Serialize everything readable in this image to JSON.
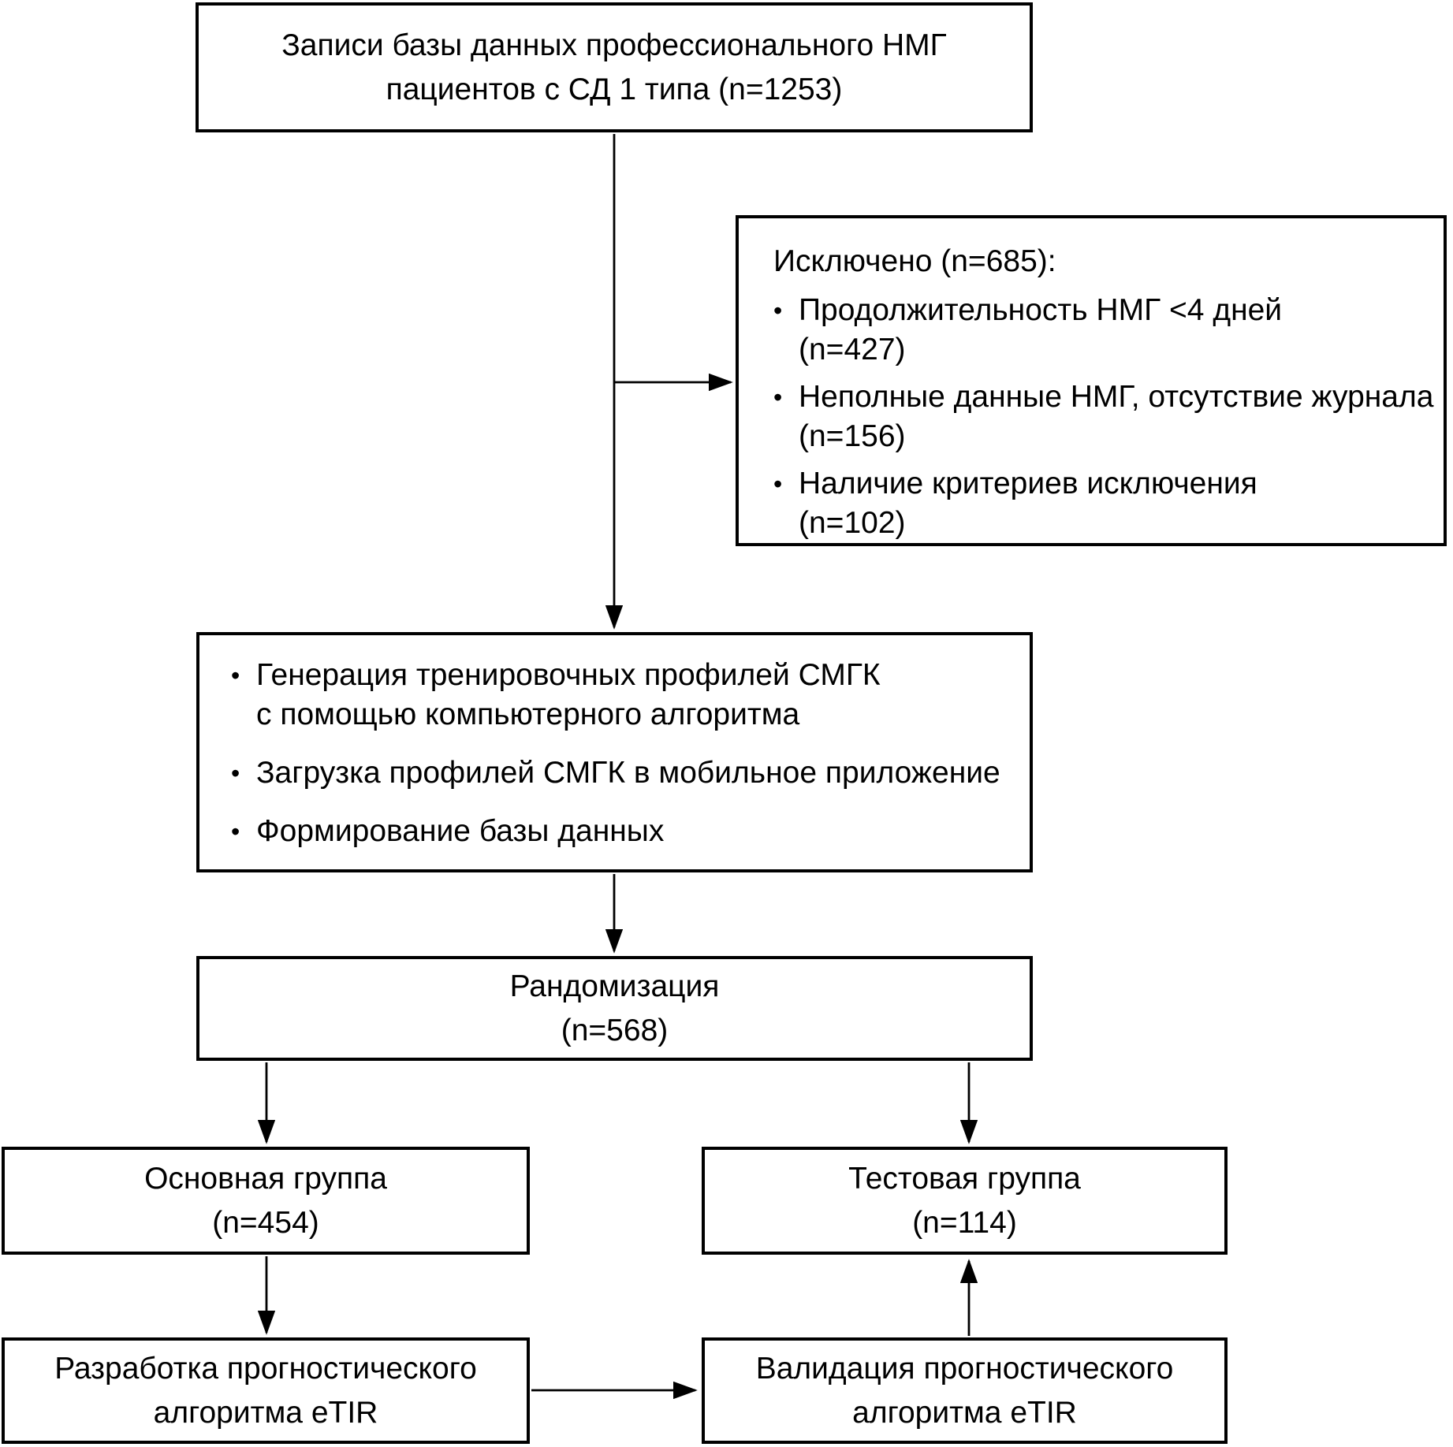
{
  "diagram": {
    "top_box": {
      "line1": "Записи базы данных профессионального НМГ",
      "line2": "пациентов с СД 1 типа (n=1253)"
    },
    "exclusion_box": {
      "title": "Исключено (n=685):",
      "items": [
        {
          "line1": "Продолжительность НМГ <4 дней",
          "line2": "(n=427)"
        },
        {
          "line1": "Неполные данные НМГ, отсутствие журнала",
          "line2": "(n=156)"
        },
        {
          "line1": "Наличие критериев исключения",
          "line2": "(n=102)"
        }
      ]
    },
    "process_box": {
      "items": [
        {
          "line1": "Генерация тренировочных профилей СМГК",
          "line2": "с помощью компьютерного алгоритма"
        },
        {
          "line1": "Загрузка профилей СМГК в мобильное приложение"
        },
        {
          "line1": "Формирование базы данных"
        }
      ]
    },
    "randomization_box": {
      "line1": "Рандомизация",
      "line2": "(n=568)"
    },
    "main_group_box": {
      "line1": "Основная группа",
      "line2": "(n=454)"
    },
    "test_group_box": {
      "line1": "Тестовая группа",
      "line2": "(n=114)"
    },
    "development_box": {
      "line1": "Разработка прогностического",
      "line2": "алгоритма eTIR"
    },
    "validation_box": {
      "line1": "Валидация прогностического",
      "line2": "алгоритма eTIR"
    },
    "bullet_glyph": "•"
  },
  "colors": {
    "background": "#ffffff",
    "line": "#000000",
    "text": "#000000"
  }
}
